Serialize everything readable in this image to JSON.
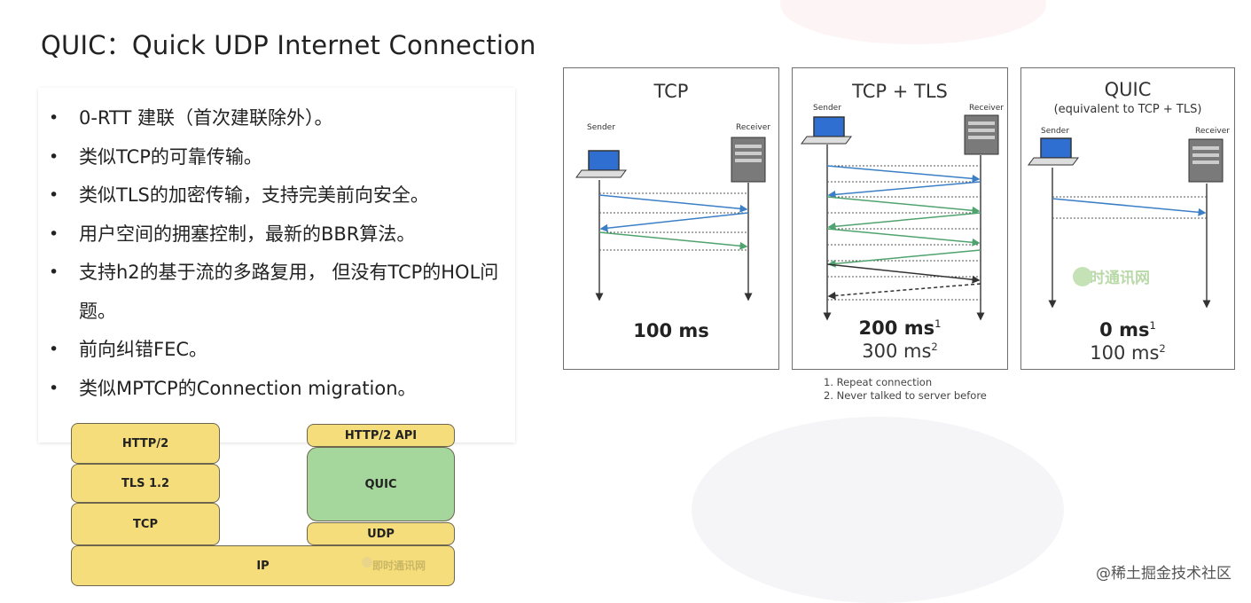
{
  "title": "QUIC：Quick UDP Internet Connection",
  "bullets": [
    "0-RTT 建联（首次建联除外）。",
    "类似TCP的可靠传输。",
    "类似TLS的加密传输，支持完美前向安全。",
    "用户空间的拥塞控制，最新的BBR算法。",
    "支持h2的基于流的多路复用， 但没有TCP的HOL问题。",
    "前向纠错FEC。",
    "类似MPTCP的Connection migration。"
  ],
  "stack": {
    "left": [
      "HTTP/2",
      "TLS 1.2",
      "TCP"
    ],
    "right_top": "HTTP/2 API",
    "right_mid": "QUIC",
    "right_bottom": "UDP",
    "base": "IP",
    "watermark": "即时通讯网"
  },
  "panels": [
    {
      "title": "TCP",
      "subtitle": "",
      "sender": "Sender",
      "receiver": "Receiver",
      "time_main": "100 ms",
      "time_main_sup": "",
      "time_sub": "",
      "time_sub_sup": ""
    },
    {
      "title": "TCP + TLS",
      "subtitle": "",
      "sender": "Sender",
      "receiver": "Receiver",
      "time_main": "200 ms",
      "time_main_sup": "1",
      "time_sub": "300 ms",
      "time_sub_sup": "2"
    },
    {
      "title": "QUIC",
      "subtitle": "(equivalent to TCP + TLS)",
      "sender": "Sender",
      "receiver": "Receiver",
      "time_main": "0 ms",
      "time_main_sup": "1",
      "time_sub": "100 ms",
      "time_sub_sup": "2",
      "watermark": "即时通讯网"
    }
  ],
  "notes": [
    "1. Repeat connection",
    "2. Never talked to server before"
  ],
  "credit": "@稀土掘金技术社区",
  "colors": {
    "blue_arrow": "#3b7fc6",
    "green_arrow": "#4fa36e",
    "dark_arrow": "#333333",
    "stack_yellow": "#f6dd7b",
    "stack_green": "#a5d79d"
  }
}
